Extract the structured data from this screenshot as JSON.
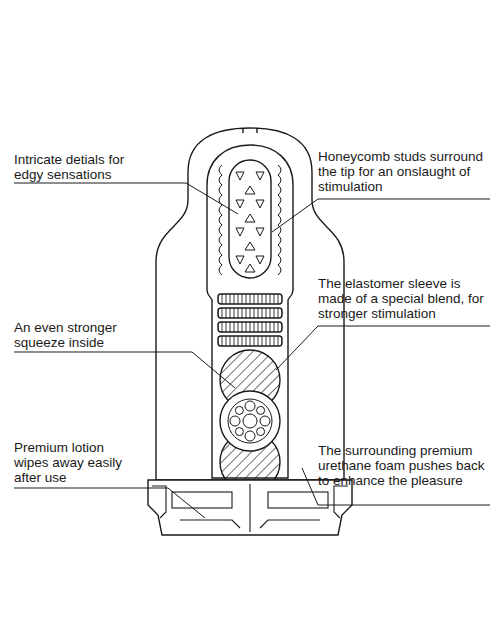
{
  "diagram": {
    "labels": [
      "Intricate detials for edgy sensations",
      "Honeycomb studs surround the tip for an onslaught of stimulation",
      "An even stronger squeeze inside",
      "The elastomer sleeve is made of a special blend, for stronger stimulation",
      "Premium lotion wipes away easily after use",
      "The surrounding premium urethane foam pushes back to enhance the pleasure"
    ]
  }
}
